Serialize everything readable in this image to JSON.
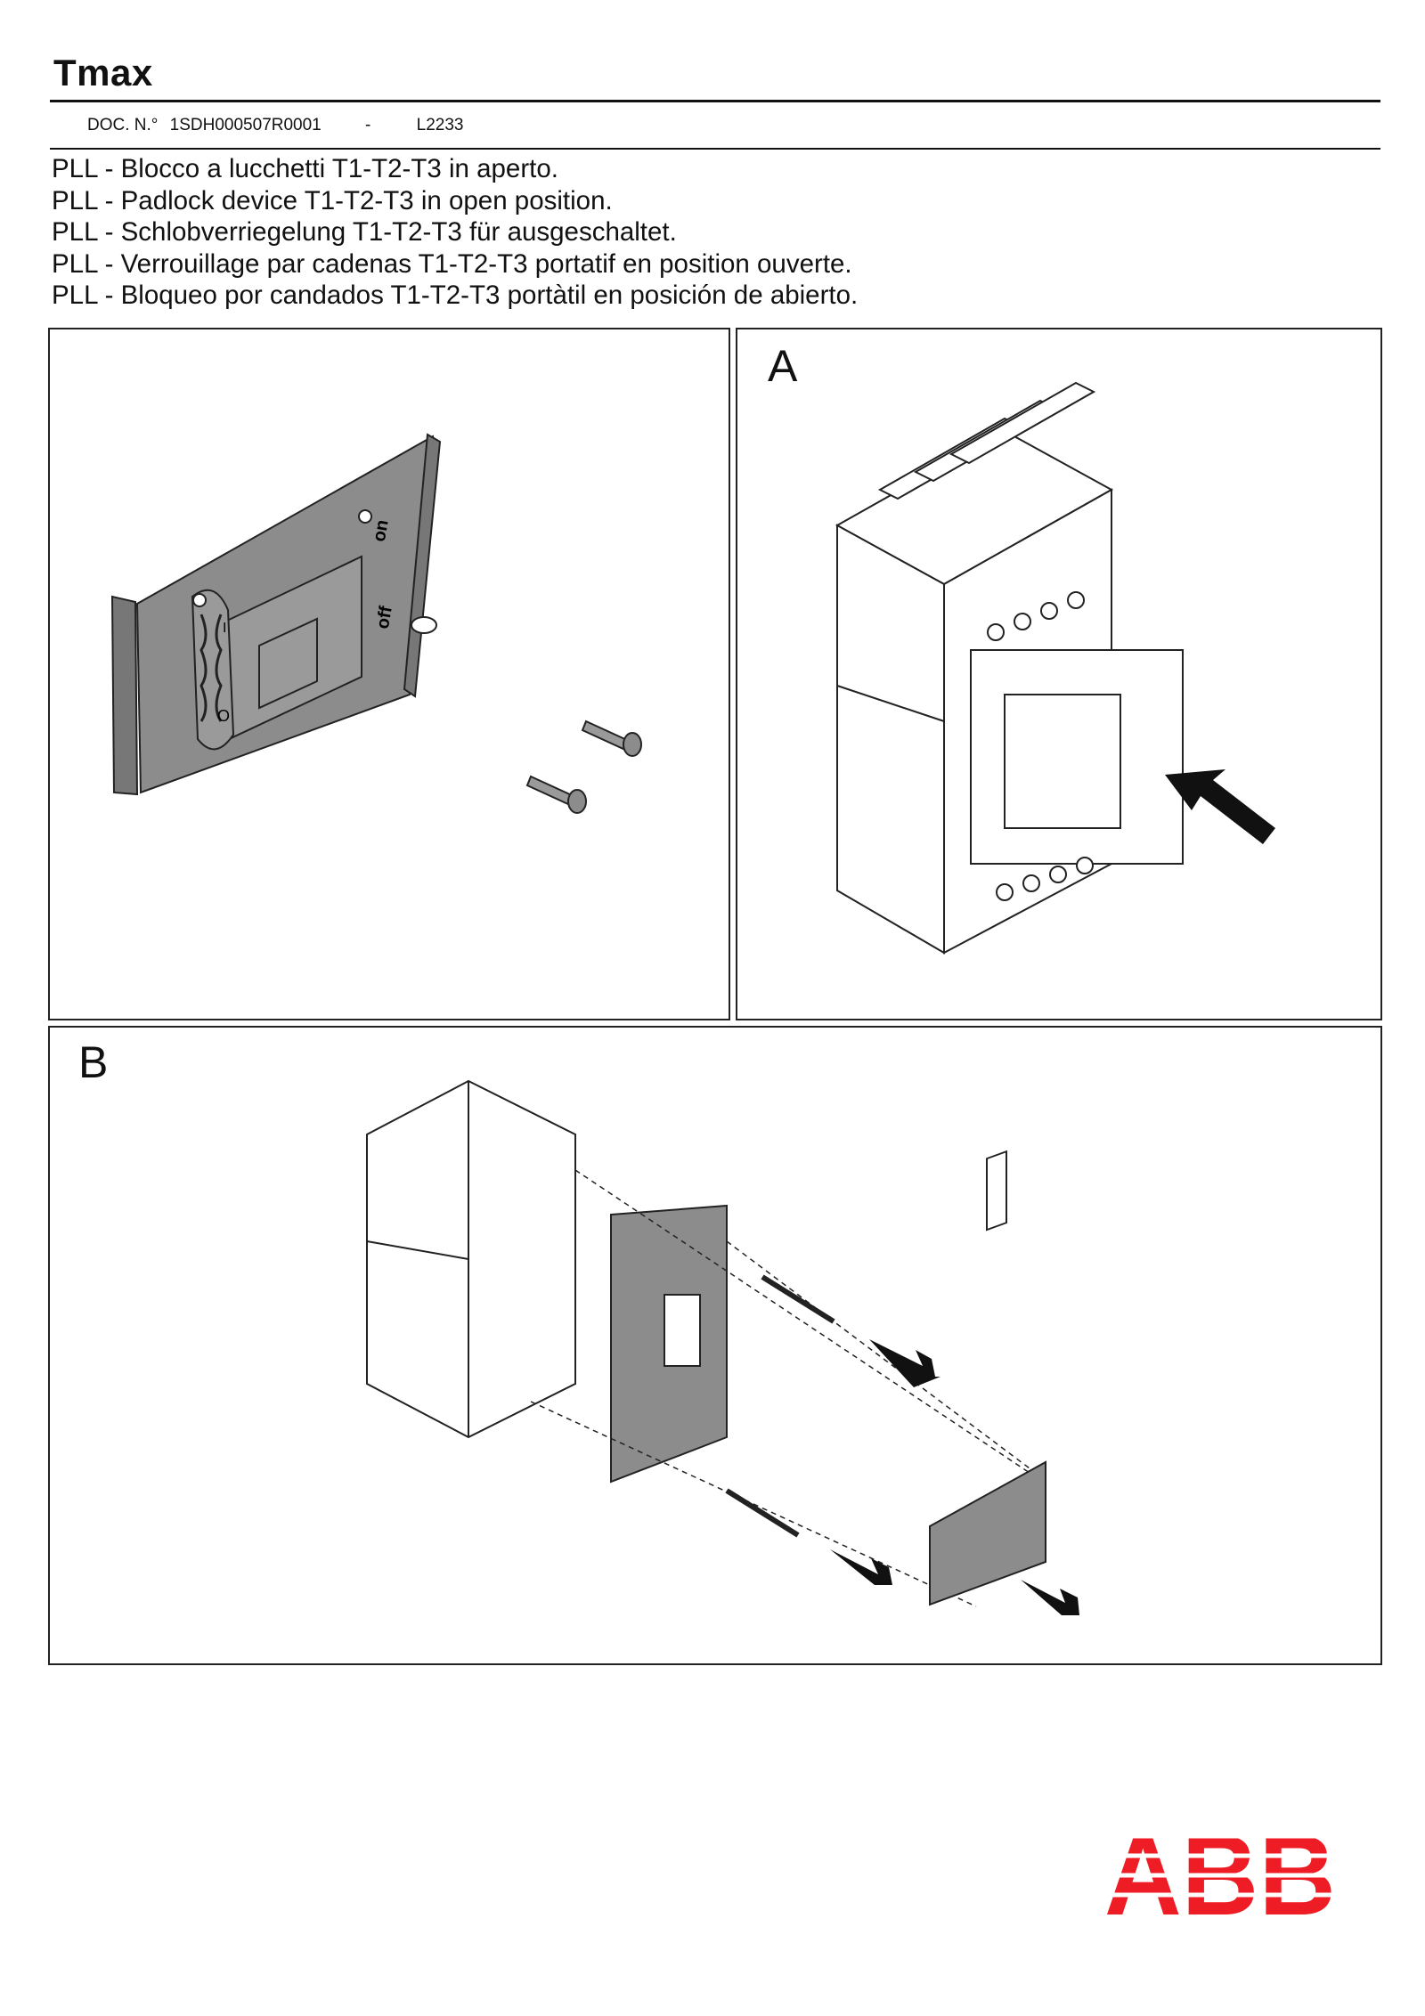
{
  "header": {
    "title": "Tmax",
    "doc_label": "DOC. N.°",
    "doc_number": "1SDH000507R0001",
    "separator": "-",
    "code": "L2233"
  },
  "descriptions": [
    "PLL - Blocco a lucchetti T1-T2-T3 in aperto.",
    "PLL - Padlock device T1-T2-T3 in open position.",
    "PLL - Schlobverriegelung T1-T2-T3 für ausgeschaltet.",
    "PLL - Verrouillage par cadenas T1-T2-T3 portatif en position ouverte.",
    "PLL - Bloqueo por candados T1-T2-T3 portàtil en posición de abierto."
  ],
  "panels": {
    "a_label": "A",
    "b_label": "B"
  },
  "device_markings": {
    "on": "on",
    "off": "off",
    "one": "I",
    "zero": "O"
  },
  "logo": {
    "text": "ABB",
    "color": "#ee1c25"
  },
  "colors": {
    "device_gray": "#8c8c8c",
    "line": "#222222"
  }
}
